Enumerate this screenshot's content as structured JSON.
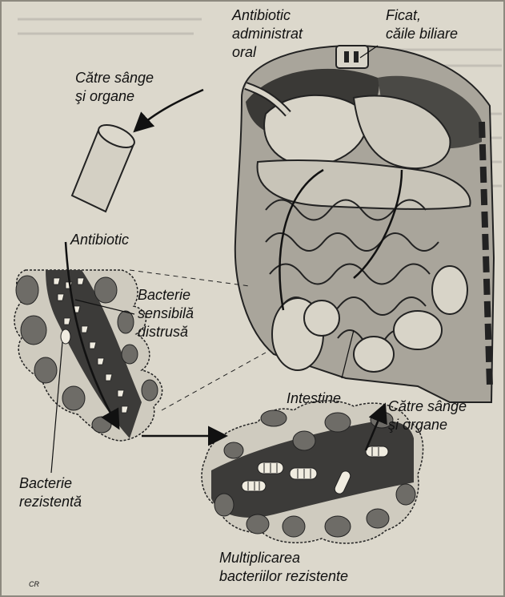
{
  "labels": {
    "antibiotic_oral": [
      "Antibiotic",
      "administrat",
      "oral"
    ],
    "liver": [
      "Ficat,",
      "căile biliare"
    ],
    "to_blood_top": [
      "Către sânge",
      "şi organe"
    ],
    "antibiotic": "Antibiotic",
    "sensitive_bacteria": [
      "Bacterie",
      "sensibilă",
      "distrusă"
    ],
    "intestine": "Intestine",
    "to_blood_bottom": [
      "Către sânge",
      "şi organe"
    ],
    "resistant_bacteria": [
      "Bacterie",
      "rezistentă"
    ],
    "multiplication": [
      "Multiplicarea",
      "bacteriilor rezistente"
    ],
    "credit": "CR"
  },
  "colors": {
    "paper": "#dcd8cc",
    "intestine_dark": "#3c3b39",
    "cell_gray": "#6e6c67",
    "lumen_light": "#cfcbbf"
  }
}
